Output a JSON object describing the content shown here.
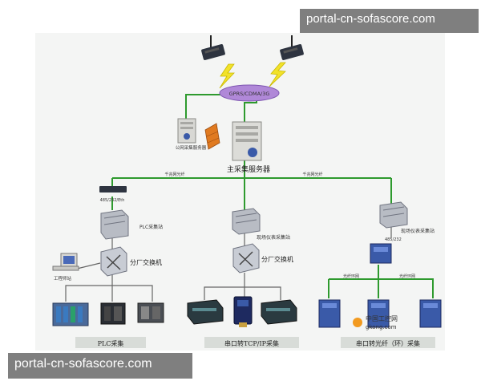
{
  "watermark_top": "portal-cn-sofascore.com",
  "watermark_bottom": "portal-cn-sofascore.com",
  "cloud_label": "GPRS/CDMA/3G",
  "server_left_label": "公网采集服务器",
  "server_main_label": "主采集服务器",
  "link_labels": {
    "left": "千兆网光纤",
    "right": "千兆网光纤"
  },
  "converter_label": "485/232/Eth",
  "station_labels": {
    "plc": "PLC采集站",
    "middle": "现场仪表采集站",
    "right": "现场仪表采集站"
  },
  "switch_labels": {
    "left": "分厂交换机",
    "middle": "分厂交换机"
  },
  "workstation_label": "工程师站",
  "ring_labels": {
    "left": "光纤环网",
    "right": "光纤环网"
  },
  "right_device_label": "485/232",
  "section_labels": {
    "plc": "PLC采集",
    "tcp": "串口转TCP/IP采集",
    "fiber": "串口转光纤（环）采集"
  },
  "logo_text": "中国工控网",
  "logo_url_text": "gkong.com",
  "colors": {
    "link_green": "#2e9a2e",
    "device_blue": "#3a5aa8",
    "cloud_purple": "#b088d8",
    "lightning_yellow": "#f2e22a",
    "firewall_orange": "#e07a20",
    "watermark_gray": "#7f7f7f"
  }
}
